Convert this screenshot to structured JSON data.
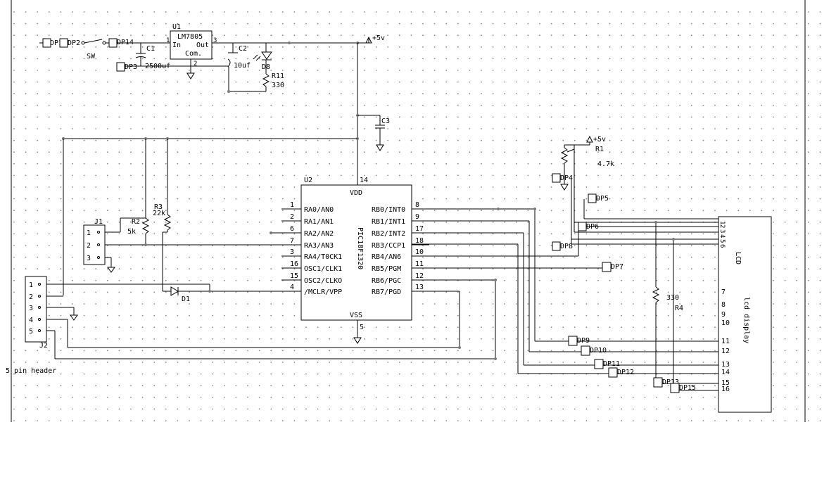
{
  "supply": {
    "label": "+5v",
    "label_r1": "+5v"
  },
  "regulator": {
    "ref": "U1",
    "part": "LM7805",
    "pin_in": "In",
    "pin_out": "Out",
    "pin_com": "Com.",
    "pin1": "1",
    "pin2": "2",
    "pin3": "3"
  },
  "switch_label": "SW",
  "caps": {
    "c1": "C1",
    "c1_val": "2500uf",
    "c2": "C2",
    "c2_val": "10uf",
    "c3": "C3"
  },
  "led": {
    "ref": "D8"
  },
  "r11": {
    "ref": "R11",
    "val": "330"
  },
  "r1": {
    "ref": "R1",
    "val": "4.7k"
  },
  "r2": {
    "ref": "R2",
    "val": "5k"
  },
  "r3": {
    "ref": "R3",
    "val": "22k"
  },
  "r4": {
    "ref": "R4",
    "val": "330"
  },
  "d1": {
    "ref": "D1"
  },
  "j1": {
    "ref": "J1",
    "pins": [
      "1",
      "2",
      "3"
    ]
  },
  "j2": {
    "ref": "J2",
    "pins": [
      "1",
      "2",
      "3",
      "4",
      "5"
    ],
    "desc": "5 pin header"
  },
  "mcu": {
    "ref": "U2",
    "part": "PIC18F1320",
    "vdd": "VDD",
    "vss": "VSS",
    "vdd_pin": "14",
    "vss_pin": "5",
    "left_pins": [
      {
        "num": "1",
        "name": "RA0/AN0"
      },
      {
        "num": "2",
        "name": "RA1/AN1"
      },
      {
        "num": "6",
        "name": "RA2/AN2"
      },
      {
        "num": "7",
        "name": "RA3/AN3"
      },
      {
        "num": "3",
        "name": "RA4/T0CK1"
      },
      {
        "num": "16",
        "name": "OSC1/CLK1"
      },
      {
        "num": "15",
        "name": "OSC2/CLKO"
      },
      {
        "num": "4",
        "name": "/MCLR/VPP"
      }
    ],
    "right_pins": [
      {
        "num": "8",
        "name": "RB0/INT0"
      },
      {
        "num": "9",
        "name": "RB1/INT1"
      },
      {
        "num": "17",
        "name": "RB2/INT2"
      },
      {
        "num": "18",
        "name": "RB3/CCP1"
      },
      {
        "num": "10",
        "name": "RB4/AN6"
      },
      {
        "num": "11",
        "name": "RB5/PGM"
      },
      {
        "num": "12",
        "name": "RB6/PGC"
      },
      {
        "num": "13",
        "name": "RB7/PGD"
      }
    ]
  },
  "lcd": {
    "title": "LCD",
    "subtitle": "lcd display",
    "top_pins": [
      "1",
      "2",
      "3",
      "4",
      "5",
      "6"
    ],
    "mid_pins": [
      "7",
      "8",
      "9",
      "10"
    ],
    "bottom_pins": [
      "11",
      "12",
      "13",
      "14",
      "15",
      "16"
    ]
  },
  "test_points": [
    "DP1",
    "DP2",
    "DP3",
    "DP4",
    "DP5",
    "DP6",
    "DP7",
    "DP8",
    "DP9",
    "DP10",
    "DP11",
    "DP12",
    "DP13",
    "DP14",
    "DP15"
  ]
}
